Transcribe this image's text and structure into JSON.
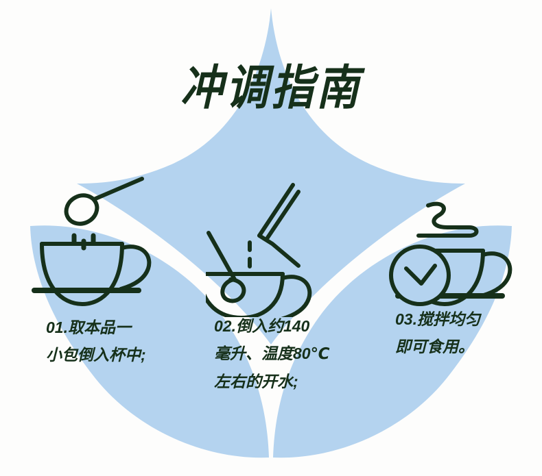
{
  "page": {
    "title": "冲调指南",
    "background_color": "#fdfdfc",
    "accent_blue": "#b4d3ef",
    "ink_green": "#16301a"
  },
  "steps": [
    {
      "number": "01",
      "icon_name": "cup-with-spoon-pouring-powder-icon",
      "text": "01.取本品一\n小包倒入杯中;"
    },
    {
      "number": "02",
      "icon_name": "cup-with-kettle-pouring-water-icon",
      "text": "02.倒入约140\n毫升、温度80℃\n左右的开水;"
    },
    {
      "number": "03",
      "icon_name": "cup-with-steam-and-timer-icon",
      "text": "03.搅拌均匀\n即可食用。"
    }
  ],
  "decor": {
    "center_petal_name": "center-petal-shape",
    "left_petal_name": "left-petal-shape",
    "right_petal_name": "right-petal-shape"
  }
}
